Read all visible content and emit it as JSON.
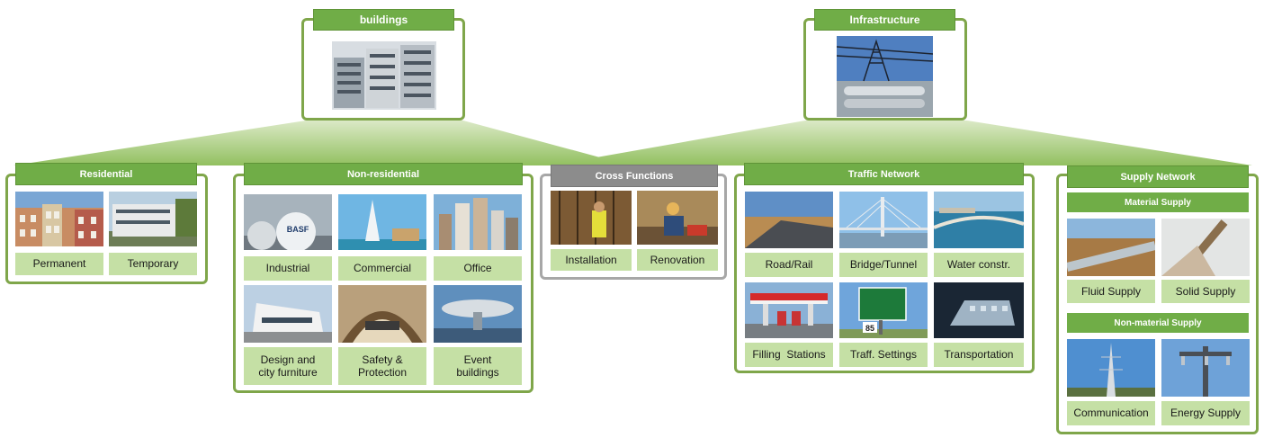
{
  "colors": {
    "accent": "#70ad47",
    "label_bg": "#c5e0a5",
    "border": "#7fa64a",
    "neutral": "#8c8c8c"
  },
  "top": {
    "buildings": {
      "title": "buildings"
    },
    "infrastructure": {
      "title": "Infrastructure"
    }
  },
  "residential": {
    "title": "Residential",
    "tiles": [
      {
        "label": "Permanent"
      },
      {
        "label": "Temporary"
      }
    ]
  },
  "non_residential": {
    "title": "Non-residential",
    "tiles": [
      {
        "label": "Industrial"
      },
      {
        "label": "Commercial"
      },
      {
        "label": "Office"
      },
      {
        "label": "Design and\ncity furniture"
      },
      {
        "label": "Safety &\nProtection"
      },
      {
        "label": "Event\nbuildings"
      }
    ],
    "photo_text": "BASF"
  },
  "cross_functions": {
    "title": "Cross Functions",
    "tiles": [
      {
        "label": "Installation"
      },
      {
        "label": "Renovation"
      }
    ]
  },
  "traffic_network": {
    "title": "Traffic Network",
    "tiles": [
      {
        "label": "Road/Rail"
      },
      {
        "label": "Bridge/Tunnel"
      },
      {
        "label": "Water constr."
      },
      {
        "label": "Filling  Stations"
      },
      {
        "label": "Traff. Settings"
      },
      {
        "label": "Transportation"
      }
    ],
    "sign_text": "85"
  },
  "supply_network": {
    "title": "Supply Network",
    "material": {
      "title": "Material Supply",
      "tiles": [
        {
          "label": "Fluid Supply"
        },
        {
          "label": "Solid Supply"
        }
      ]
    },
    "non_material": {
      "title": "Non-material Supply",
      "tiles": [
        {
          "label": "Communication"
        },
        {
          "label": "Energy Supply"
        }
      ]
    }
  }
}
